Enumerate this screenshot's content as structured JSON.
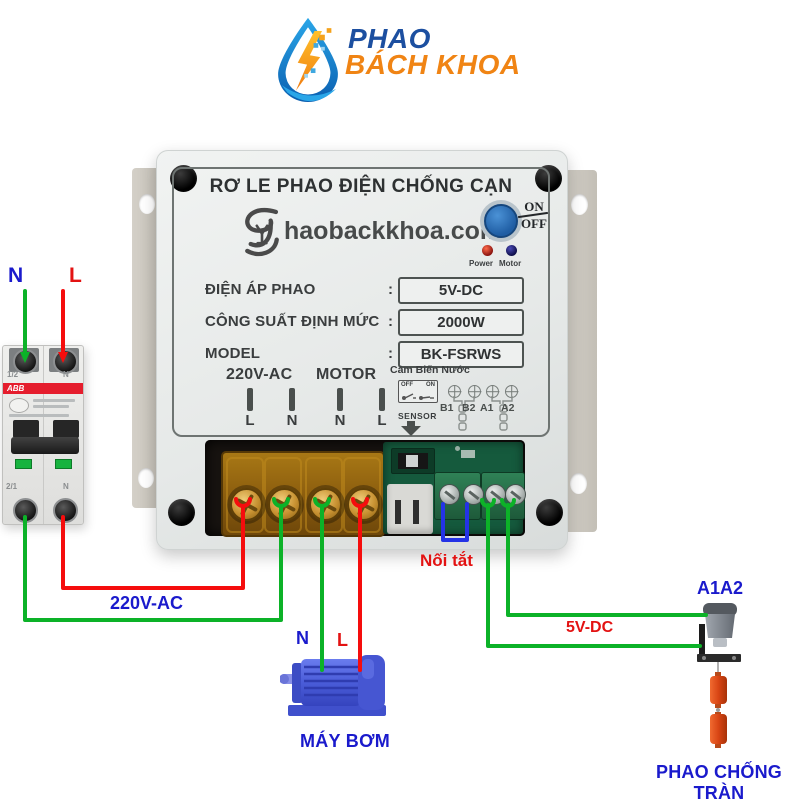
{
  "logo": {
    "line1": "PHAO",
    "line2": "BÁCH KHOA"
  },
  "device": {
    "title": "RƠ LE PHAO ĐIỆN CHỐNG CẠN",
    "website_visible": "haobackkhoa.com",
    "website": "Phaobackkhoa.com",
    "power_on": "ON",
    "power_off": "OFF",
    "led_power": "Power",
    "led_motor": "Motor",
    "colon": ":",
    "specs": [
      {
        "label": "ĐIỆN ÁP PHAO",
        "value": "5V-DC"
      },
      {
        "label": "CÔNG SUẤT ĐỊNH MỨC",
        "value": "2000W"
      },
      {
        "label": "MODEL",
        "value": "BK-FSRWS"
      }
    ],
    "ac_label": "220V-AC",
    "motor_label": "MOTOR",
    "pins": [
      "L",
      "N",
      "N",
      "L"
    ],
    "sensor_title": "Cảm Biến Nước",
    "switch_off": "OFF",
    "switch_on": "ON",
    "sensor_label": "SENSOR",
    "screws": [
      "B1",
      "B2",
      "A1",
      "A2"
    ]
  },
  "breaker": {
    "n": "N",
    "l": "L",
    "brand": "ABB",
    "top_left": "1/2",
    "top_right": "N",
    "bottom_left": "2/1",
    "bottom_right": "N"
  },
  "wiring": {
    "ac": "220V-AC",
    "jumper": "Nối tắt",
    "dc": "5V-DC",
    "float_term": "A1A2"
  },
  "pump": {
    "n": "N",
    "l": "L",
    "name": "MÁY BƠM"
  },
  "float": {
    "name": "PHAO CHỐNG TRÀN"
  },
  "colors": {
    "wire_green": "#0cb228",
    "wire_red": "#f50d0d",
    "wire_blue": "#2433e6",
    "label_blue": "#1a1acc",
    "label_red": "#e31212",
    "brand_blue": "#1c4fa0",
    "brand_orange": "#f08414",
    "led_power": "#a01212",
    "led_motor": "#181860",
    "button_blue": "#2a6cb0"
  }
}
